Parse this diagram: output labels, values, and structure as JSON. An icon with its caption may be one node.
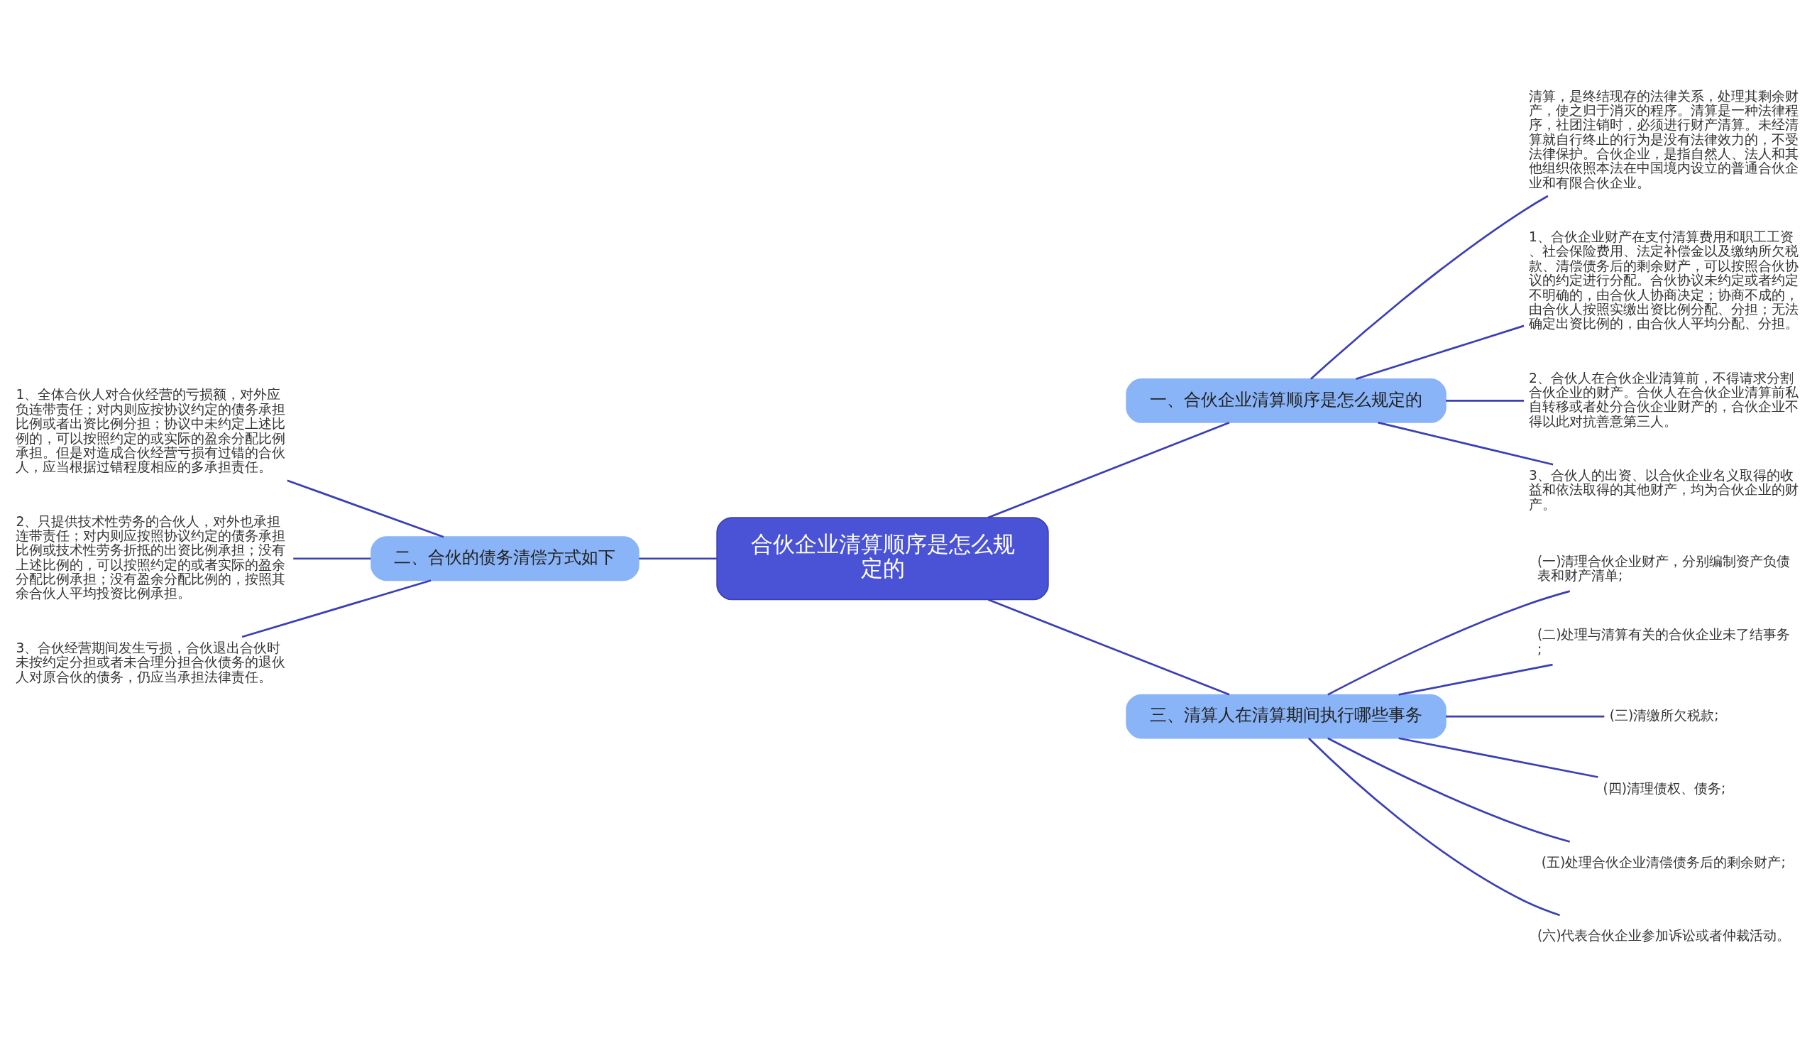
{
  "diagram": {
    "nodes": [
      {
        "text": [
          "合伙企业清算顺序是怎么规定的"
        ]
      },
      {
        "text": [
          "一、合伙企业清算顺序是怎么规定的"
        ]
      },
      {
        "text": [
          "清算，是终结现存的法律关系，处理其剩余财产，使之归于消灭的程序。清算是一种法律程序，社团注销时，必须进行财产清算。未经清算就自行终止的行为是没有法律效力的，不受法律保护。合伙企业，是指自然人、法人和其他组织依照本法在中国境内设立的普通合伙企业和有限合伙企业。"
        ]
      },
      {
        "text": [
          "1、合伙企业财产在支付清算费用和职工工资、社会保险费用、法定补偿金以及缴纳所欠税款、清偿债务后的剩余财产，可以按照合伙协议的约定进行分配。合伙协议未约定或者约定不明确的，由合伙人协商决定；协商不成的，由合伙人按照实缴出资比例分配、分担；无法确定出资比例的，由合伙人平均分配、分担。"
        ]
      },
      {
        "text": [
          "2、合伙人在合伙企业清算前，不得请求分割合伙企业的财产。合伙人在合伙企业清算前私自转移或者处分合伙企业财产的，合伙企业不得以此对抗善意第三人。"
        ]
      },
      {
        "text": [
          "3、合伙人的出资、以合伙企业名义取得的收益和依法取得的其他财产，均为合伙企业的财产。"
        ]
      },
      {
        "text": [
          "二、合伙的债务清偿方式如下"
        ]
      },
      {
        "text": [
          "1、全体合伙人对合伙经营的亏损额，对外应负连带责任；对内则应按协议约定的债务承担比例或者出资比例分担；协议中未约定上述比例的，可以按照约定的或实际的盈余分配比例承担。但是对造成合伙经营亏损有过错的合伙人，应当根据过错程度相应的多承担责任。"
        ]
      },
      {
        "text": [
          "2、只提供技术性劳务的合伙人，对外也承担连带责任；对内则应按照协议约定的债务承担比例或技术性劳务折抵的出资比例承担；没有上述比例的，可以按照约定的或者实际的盈余分配比例承担；没有盈余分配比例的，按照其余合伙人平均投资比例承担。"
        ]
      },
      {
        "text": [
          "3、合伙经营期间发生亏损，合伙退出合伙时未按约定分担或者未合理分担合伙债务的退伙人对原合伙的债务，仍应当承担法律责任。"
        ]
      },
      {
        "text": [
          "三、清算人在清算期间执行哪些事务"
        ]
      },
      {
        "text": [
          "(一)清理合伙企业财产，分别编制资产负债表和财产清单;"
        ]
      },
      {
        "text": [
          "(二)处理与清算有关的合伙企业未了结事务;"
        ]
      },
      {
        "text": [
          "(三)清缴所欠税款;"
        ]
      },
      {
        "text": [
          "(四)清理债权、债务;"
        ]
      },
      {
        "text": [
          "(五)处理合伙企业清偿债务后的剩余财产;"
        ]
      },
      {
        "text": [
          "(六)代表合伙企业参加诉讼或者仲裁活动。"
        ]
      }
    ],
    "edges": [
      {
        "from": 0,
        "to": 1,
        "arrow": "none"
      },
      {
        "from": 1,
        "to": 2,
        "arrow": "none"
      },
      {
        "from": 1,
        "to": 3,
        "arrow": "none"
      },
      {
        "from": 1,
        "to": 4,
        "arrow": "none"
      },
      {
        "from": 1,
        "to": 5,
        "arrow": "none"
      },
      {
        "from": 0,
        "to": 6,
        "arrow": "none"
      },
      {
        "from": 6,
        "to": 7,
        "arrow": "none"
      },
      {
        "from": 6,
        "to": 8,
        "arrow": "none"
      },
      {
        "from": 6,
        "to": 9,
        "arrow": "none"
      },
      {
        "from": 0,
        "to": 10,
        "arrow": "none"
      },
      {
        "from": 10,
        "to": 11,
        "arrow": "none"
      },
      {
        "from": 10,
        "to": 12,
        "arrow": "none"
      },
      {
        "from": 10,
        "to": 13,
        "arrow": "none"
      },
      {
        "from": 10,
        "to": 14,
        "arrow": "none"
      },
      {
        "from": 10,
        "to": 15,
        "arrow": "none"
      },
      {
        "from": 10,
        "to": 16,
        "arrow": "none"
      }
    ]
  }
}
